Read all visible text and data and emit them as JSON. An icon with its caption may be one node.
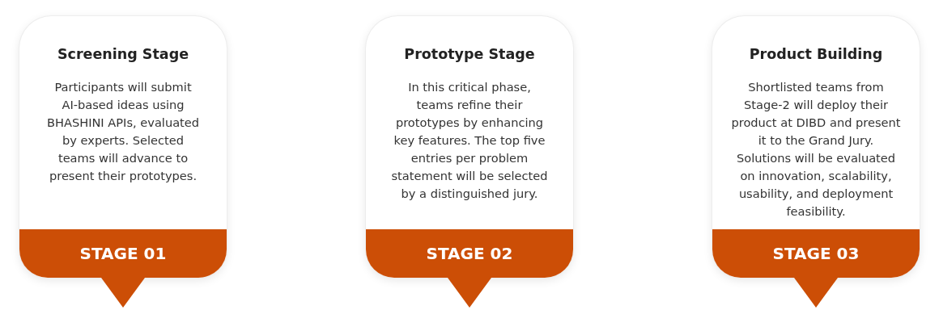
{
  "diagram": {
    "nodes": [
      {
        "text": [
          "Screening Stage",
          "Participants will submit AI-based ideas using BHASHINI APIs, evaluated by experts. Selected teams will advance to present their prototypes."
        ]
      },
      {
        "text": [
          "STAGE 01"
        ],
        "in": 0
      },
      {
        "text": [
          "Prototype Stage",
          "In this critical phase, teams refine their prototypes by enhancing key features. The top five entries per problem statement will be selected by a distinguished jury."
        ]
      },
      {
        "text": [
          "STAGE 02"
        ],
        "in": 2
      },
      {
        "text": [
          "Product Building",
          "Shortlisted teams from Stage-2 will deploy their product at DIBD and present it to the Grand Jury. Solutions will be evaluated on innovation, scalability, usability, and deployment feasibility."
        ]
      },
      {
        "text": [
          "STAGE 03"
        ],
        "in": 4
      }
    ]
  }
}
